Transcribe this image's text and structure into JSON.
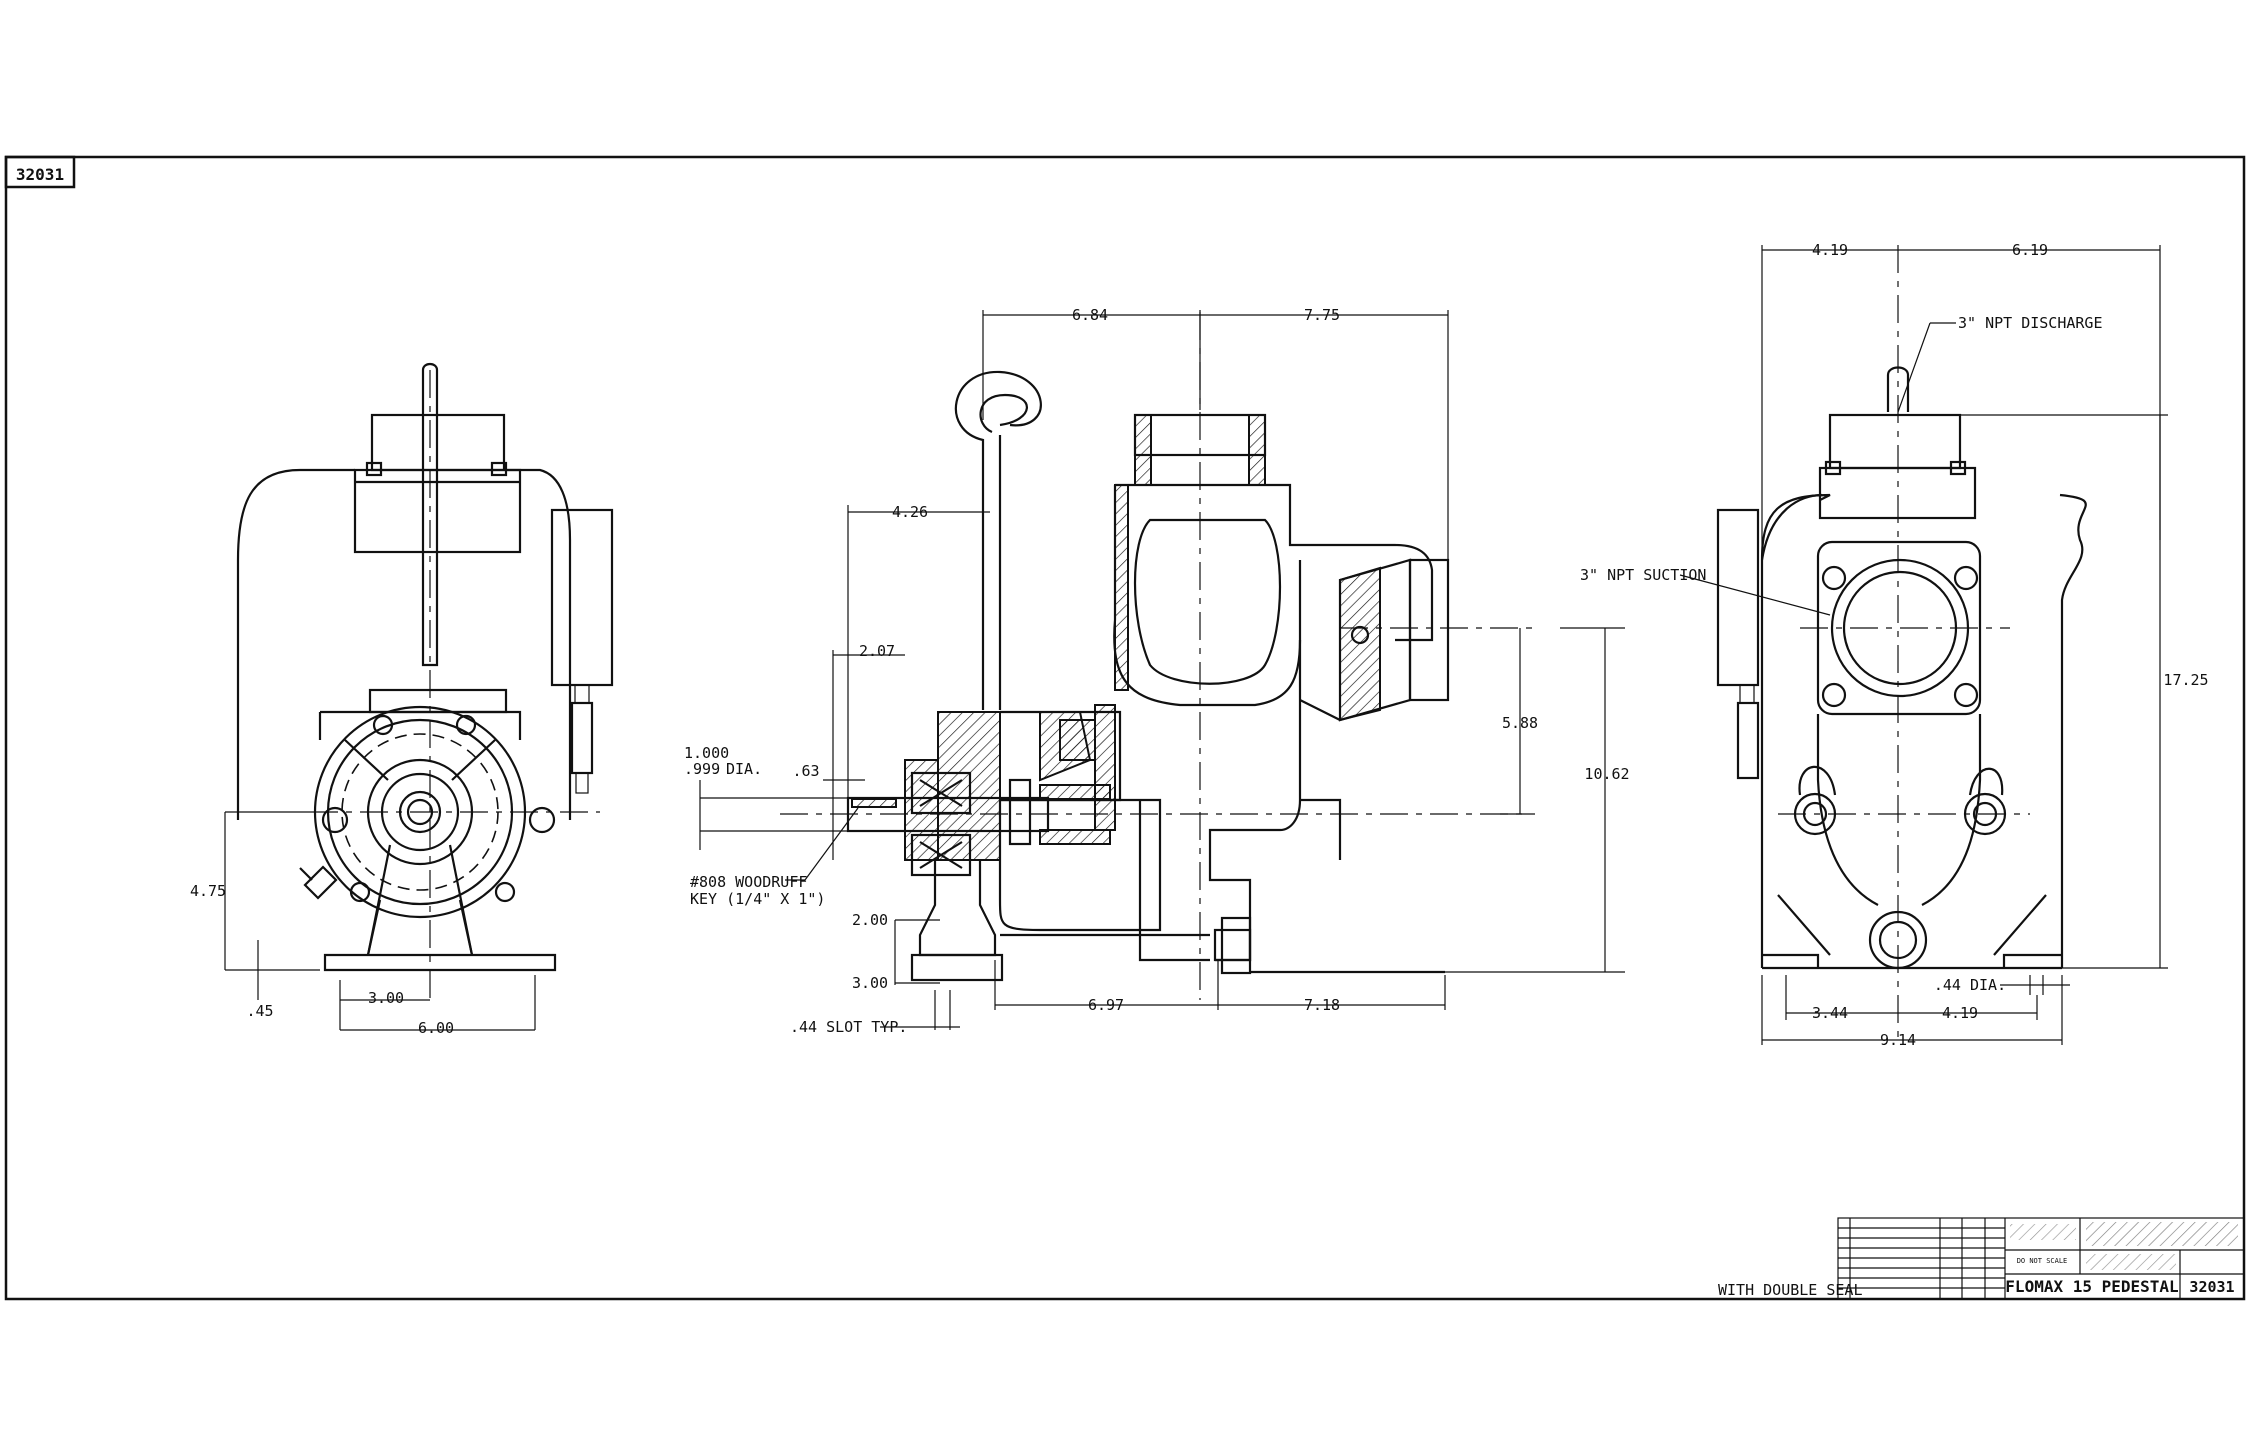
{
  "drawing_number_corner": "32031",
  "front_view": {
    "dims": [
      "4.75",
      ".45",
      "3.00",
      "6.00"
    ]
  },
  "side_view": {
    "dims": {
      "top_left": "6.84",
      "top_right": "7.75",
      "shaft_offset": "4.26",
      "height_1": "2.07",
      "shaft_dia": "1.000",
      "shaft_dia_2": ".999",
      "dia_suffix": "DIA.",
      "key_len": ".63",
      "foot_height": "2.00",
      "foot_width": "3.00",
      "base_left": "6.97",
      "base_right": "7.18",
      "suction_height": "5.88",
      "overall_height": "10.62"
    },
    "notes": {
      "woodruff_1": "#808 WOODRUFF",
      "woodruff_2": "KEY (1/4\" X 1\")",
      "slot": ".44 SLOT TYP."
    }
  },
  "rear_view": {
    "dims": {
      "top_left": "4.19",
      "top_right": "6.19",
      "overall_height": "17.25",
      "hole_dia": ".44 DIA.",
      "base_left": "3.44",
      "base_right": "4.19",
      "base_overall": "9.14"
    },
    "notes": {
      "discharge": "3\" NPT DISCHARGE",
      "suction": "3\" NPT SUCTION"
    }
  },
  "title_block": {
    "remark": "WITH DOUBLE SEAL",
    "title": "FLOMAX 15 PEDESTAL",
    "drawing_number": "32031",
    "do_not_scale": "DO NOT SCALE"
  }
}
